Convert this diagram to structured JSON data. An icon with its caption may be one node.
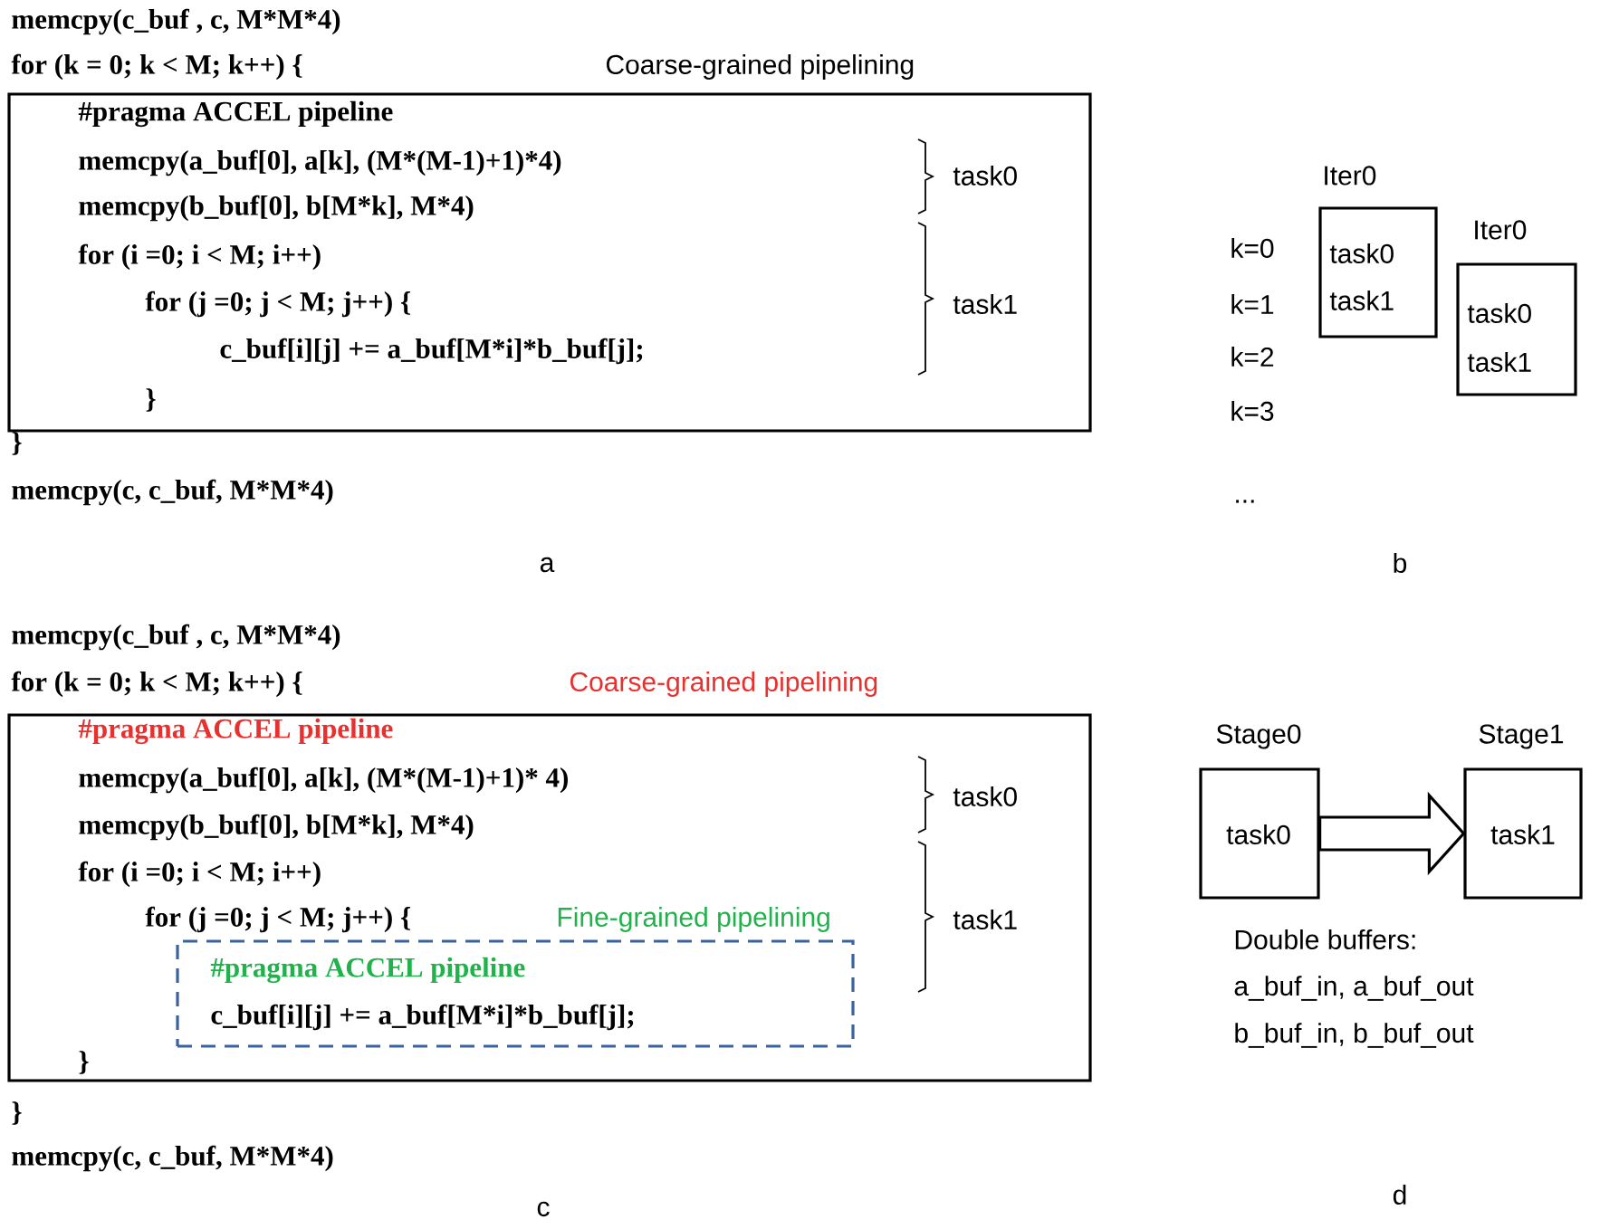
{
  "diagram": {
    "nodes": [
      {
        "text": [
          "Coarse-grained pipelining",
          "#pragma ACCEL pipeline",
          "memcpy(a_buf[0], a[k], (M*(M-1)+1)*4)",
          "memcpy(b_buf[0], b[M*k], M*4)",
          "for (i =0; i < M; i++)",
          "for (j =0; j < M; j++) {",
          "c_buf[i][j] += a_buf[M*i]*b_buf[j];",
          "}"
        ]
      },
      {
        "text": [
          "Iter0",
          "task0",
          "task1"
        ]
      },
      {
        "text": [
          "Iter0",
          "task0",
          "task1"
        ]
      },
      {
        "text": [
          "Coarse-grained pipelining",
          "#pragma ACCEL pipeline",
          "memcpy(a_buf[0], a[k], (M*(M-1)+1)* 4)",
          "memcpy(b_buf[0], b[M*k], M*4)",
          "for (i =0; i < M; i++)",
          "for (j =0; j < M; j++) {",
          "}"
        ]
      },
      {
        "text": [
          "Fine-grained pipelining",
          "#pragma ACCEL pipeline",
          "c_buf[i][j] += a_buf[M*i]*b_buf[j];"
        ],
        "in": 3
      },
      {
        "text": [
          "Stage0",
          "task0"
        ]
      },
      {
        "text": [
          "Stage1",
          "task1"
        ]
      }
    ],
    "edges": [
      {
        "from": 5,
        "to": 6,
        "arrow": "to"
      }
    ],
    "labels": [
      "memcpy(c_buf , c, M*M*4)",
      "for (k = 0; k < M; k++) {",
      "task0",
      "task1",
      "}",
      "memcpy(c, c_buf, M*M*4)",
      "a",
      "k=0",
      "k=1",
      "k=2",
      "k=3",
      "...",
      "b",
      "memcpy(c_buf , c, M*M*4)",
      "for (k = 0; k < M; k++) {",
      "task0",
      "task1",
      "}",
      "memcpy(c, c_buf, M*M*4)",
      "c",
      "Double buffers:",
      "a_buf_in, a_buf_out",
      "b_buf_in, b_buf_out",
      "d"
    ]
  }
}
